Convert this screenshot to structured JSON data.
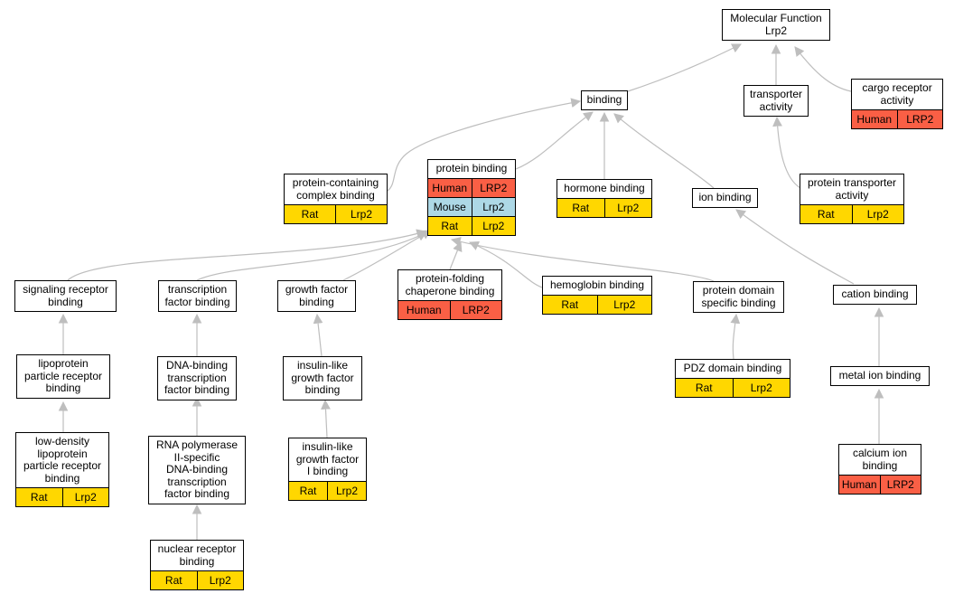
{
  "colors": {
    "rat": "#FFD700",
    "human": "#FA5F45",
    "mouse": "#ADD8E6",
    "edge": "#BEBEBE"
  },
  "nodes": {
    "mf": {
      "lines": [
        "Molecular Function",
        "Lrp2"
      ],
      "rows": []
    },
    "bind": {
      "lines": [
        "binding"
      ],
      "rows": []
    },
    "trans": {
      "lines": [
        "transporter",
        "activity"
      ],
      "rows": []
    },
    "cargo": {
      "lines": [
        "cargo receptor",
        "activity"
      ],
      "rows": [
        [
          "Human",
          "LRP2"
        ]
      ]
    },
    "pcb": {
      "lines": [
        "protein-containing",
        "complex binding"
      ],
      "rows": [
        [
          "Rat",
          "Lrp2"
        ]
      ]
    },
    "prot": {
      "lines": [
        "protein binding"
      ],
      "rows": [
        [
          "Human",
          "LRP2"
        ],
        [
          "Mouse",
          "Lrp2"
        ],
        [
          "Rat",
          "Lrp2"
        ]
      ]
    },
    "horm": {
      "lines": [
        "hormone binding"
      ],
      "rows": [
        [
          "Rat",
          "Lrp2"
        ]
      ]
    },
    "ion": {
      "lines": [
        "ion binding"
      ],
      "rows": []
    },
    "ptrans": {
      "lines": [
        "protein transporter",
        "activity"
      ],
      "rows": [
        [
          "Rat",
          "Lrp2"
        ]
      ]
    },
    "sig": {
      "lines": [
        "signaling receptor",
        "binding"
      ],
      "rows": []
    },
    "tfb": {
      "lines": [
        "transcription",
        "factor binding"
      ],
      "rows": []
    },
    "gfb": {
      "lines": [
        "growth factor",
        "binding"
      ],
      "rows": []
    },
    "pfold": {
      "lines": [
        "protein-folding",
        "chaperone binding"
      ],
      "rows": [
        [
          "Human",
          "LRP2"
        ]
      ]
    },
    "hemo": {
      "lines": [
        "hemoglobin binding"
      ],
      "rows": [
        [
          "Rat",
          "Lrp2"
        ]
      ]
    },
    "pdsb": {
      "lines": [
        "protein domain",
        "specific binding"
      ],
      "rows": []
    },
    "cation": {
      "lines": [
        "cation binding"
      ],
      "rows": []
    },
    "lpr": {
      "lines": [
        "lipoprotein",
        "particle receptor",
        "binding"
      ],
      "rows": []
    },
    "dna": {
      "lines": [
        "DNA-binding",
        "transcription",
        "factor binding"
      ],
      "rows": []
    },
    "igf": {
      "lines": [
        "insulin-like",
        "growth factor",
        "binding"
      ],
      "rows": []
    },
    "pdz": {
      "lines": [
        "PDZ domain binding"
      ],
      "rows": [
        [
          "Rat",
          "Lrp2"
        ]
      ]
    },
    "metal": {
      "lines": [
        "metal ion binding"
      ],
      "rows": []
    },
    "ldl": {
      "lines": [
        "low-density",
        "lipoprotein",
        "particle receptor",
        "binding"
      ],
      "rows": [
        [
          "Rat",
          "Lrp2"
        ]
      ]
    },
    "rnap": {
      "lines": [
        "RNA polymerase",
        "II-specific",
        "DNA-binding",
        "transcription",
        "factor binding"
      ],
      "rows": []
    },
    "igf1": {
      "lines": [
        "insulin-like",
        "growth factor",
        "I binding"
      ],
      "rows": [
        [
          "Rat",
          "Lrp2"
        ]
      ]
    },
    "calc": {
      "lines": [
        "calcium ion",
        "binding"
      ],
      "rows": [
        [
          "Human",
          "LRP2"
        ]
      ]
    },
    "nrb": {
      "lines": [
        "nuclear receptor",
        "binding"
      ],
      "rows": [
        [
          "Rat",
          "Lrp2"
        ]
      ]
    }
  }
}
